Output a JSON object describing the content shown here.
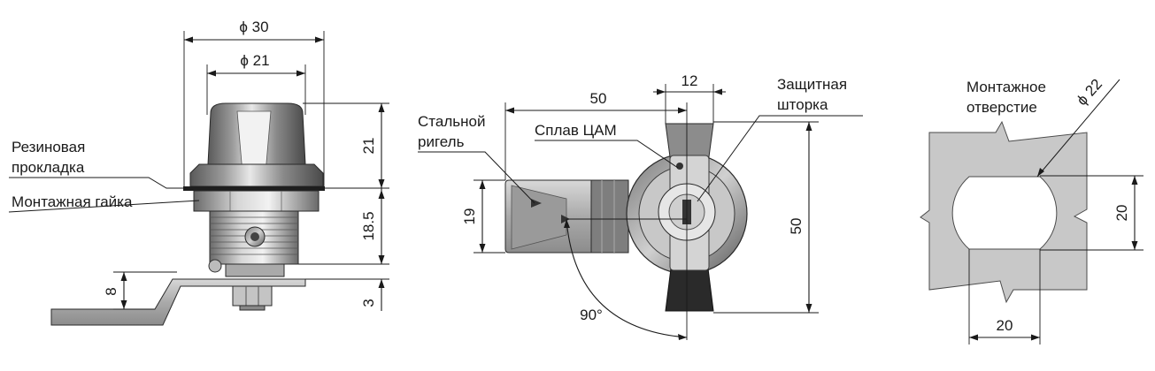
{
  "colors": {
    "line": "#1a1a1a",
    "metal_light": "#d9d9d9",
    "metal_mid": "#bdbdbd",
    "metal_dark": "#6e6e6e",
    "plate": "#c8c8c8"
  },
  "side_view": {
    "dim_outer_diameter": "ϕ 30",
    "dim_knob_diameter": "ϕ 21",
    "dim_knob_height": "21",
    "dim_thread_height": "18.5",
    "dim_nut_height": "3",
    "dim_lever_offset": "8",
    "label_gasket_line1": "Резиновая",
    "label_gasket_line2": "прокладка",
    "label_nut": "Монтажная гайка"
  },
  "front_view": {
    "dim_length": "50",
    "dim_head_width": "12",
    "dim_height": "50",
    "dim_bolt_height": "19",
    "dim_angle": "90°",
    "label_bolt_line1": "Стальной",
    "label_bolt_line2": "ригель",
    "label_alloy": "Сплав ЦАМ",
    "label_shutter_line1": "Защитная",
    "label_shutter_line2": "шторка"
  },
  "hole_view": {
    "label_hole_line1": "Монтажное",
    "label_hole_line2": "отверстие",
    "dim_hole_diameter": "ϕ 22",
    "dim_flat_height": "20",
    "dim_flat_width": "20"
  }
}
